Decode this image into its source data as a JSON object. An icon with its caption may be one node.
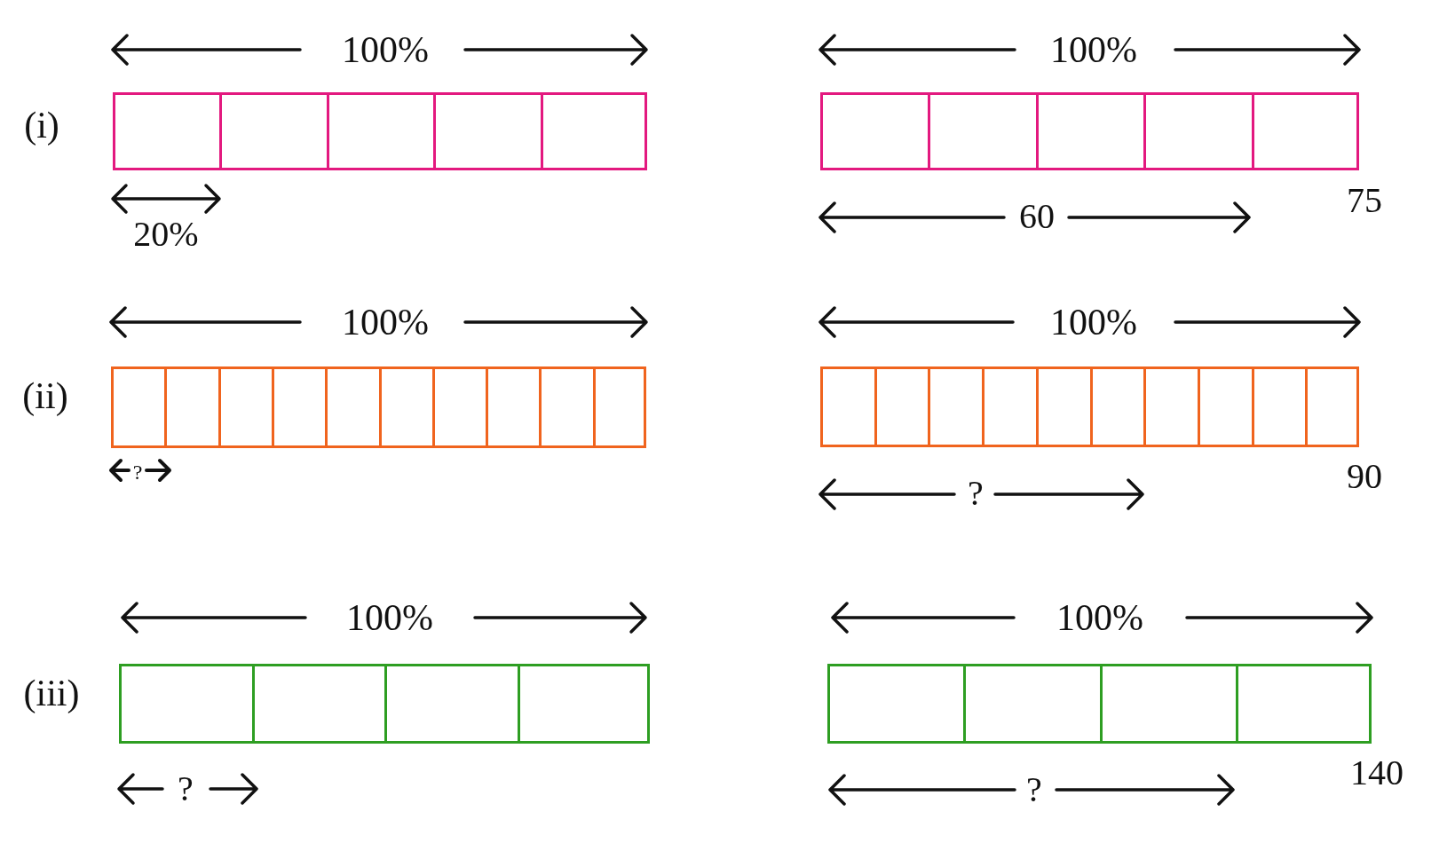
{
  "diagram": {
    "nodes": [
      {
        "text": [],
        "shape": "bar"
      },
      {
        "text": [],
        "shape": "box",
        "in": 0
      },
      {
        "text": [],
        "shape": "box",
        "in": 0
      },
      {
        "text": [],
        "shape": "box",
        "in": 0
      },
      {
        "text": [],
        "shape": "box",
        "in": 0
      },
      {
        "text": [],
        "shape": "box",
        "in": 0
      },
      {
        "text": [],
        "shape": "bar",
        "beside": [
          "75"
        ]
      },
      {
        "text": [],
        "shape": "box",
        "in": 6
      },
      {
        "text": [],
        "shape": "box",
        "in": 6
      },
      {
        "text": [],
        "shape": "box",
        "in": 6
      },
      {
        "text": [],
        "shape": "box",
        "in": 6
      },
      {
        "text": [],
        "shape": "box",
        "in": 6
      },
      {
        "text": [],
        "shape": "bar"
      },
      {
        "text": [],
        "shape": "box",
        "in": 12
      },
      {
        "text": [],
        "shape": "box",
        "in": 12
      },
      {
        "text": [],
        "shape": "box",
        "in": 12
      },
      {
        "text": [],
        "shape": "box",
        "in": 12
      },
      {
        "text": [],
        "shape": "box",
        "in": 12
      },
      {
        "text": [],
        "shape": "box",
        "in": 12
      },
      {
        "text": [],
        "shape": "box",
        "in": 12
      },
      {
        "text": [],
        "shape": "box",
        "in": 12
      },
      {
        "text": [],
        "shape": "box",
        "in": 12
      },
      {
        "text": [],
        "shape": "box",
        "in": 12
      },
      {
        "text": [],
        "shape": "bar",
        "beside": [
          "90"
        ]
      },
      {
        "text": [],
        "shape": "box",
        "in": 23
      },
      {
        "text": [],
        "shape": "box",
        "in": 23
      },
      {
        "text": [],
        "shape": "box",
        "in": 23
      },
      {
        "text": [],
        "shape": "box",
        "in": 23
      },
      {
        "text": [],
        "shape": "box",
        "in": 23
      },
      {
        "text": [],
        "shape": "box",
        "in": 23
      },
      {
        "text": [],
        "shape": "box",
        "in": 23
      },
      {
        "text": [],
        "shape": "box",
        "in": 23
      },
      {
        "text": [],
        "shape": "box",
        "in": 23
      },
      {
        "text": [],
        "shape": "box",
        "in": 23
      },
      {
        "text": [],
        "shape": "bar"
      },
      {
        "text": [],
        "shape": "box",
        "in": 34
      },
      {
        "text": [],
        "shape": "box",
        "in": 34
      },
      {
        "text": [],
        "shape": "box",
        "in": 34
      },
      {
        "text": [],
        "shape": "box",
        "in": 34
      },
      {
        "text": [],
        "shape": "bar",
        "beside": [
          "140"
        ]
      },
      {
        "text": [],
        "shape": "box",
        "in": 39
      },
      {
        "text": [],
        "shape": "box",
        "in": 39
      },
      {
        "text": [],
        "shape": "box",
        "in": 39
      },
      {
        "text": [],
        "shape": "box",
        "in": 39
      }
    ],
    "labels": [
      "100%",
      "100%",
      "(i)",
      "20%",
      "60",
      "100%",
      "100%",
      "(ii)",
      "?",
      "?",
      "100%",
      "100%",
      "(iii)",
      "?",
      "?"
    ]
  }
}
